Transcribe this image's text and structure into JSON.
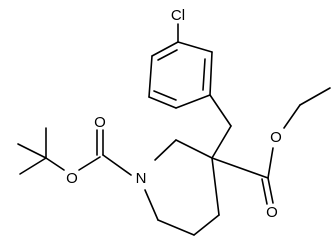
{
  "molecule": {
    "atom_labels": {
      "chlorine": "Cl",
      "ring_nitrogen": "N",
      "boc_ether_oxygen": "O",
      "boc_carbonyl_oxygen": "O",
      "ester_ether_oxygen": "O",
      "ester_carbonyl_oxygen": "O"
    }
  },
  "colors": {
    "bond": "#000000",
    "label": "#000000",
    "background": "#ffffff"
  }
}
